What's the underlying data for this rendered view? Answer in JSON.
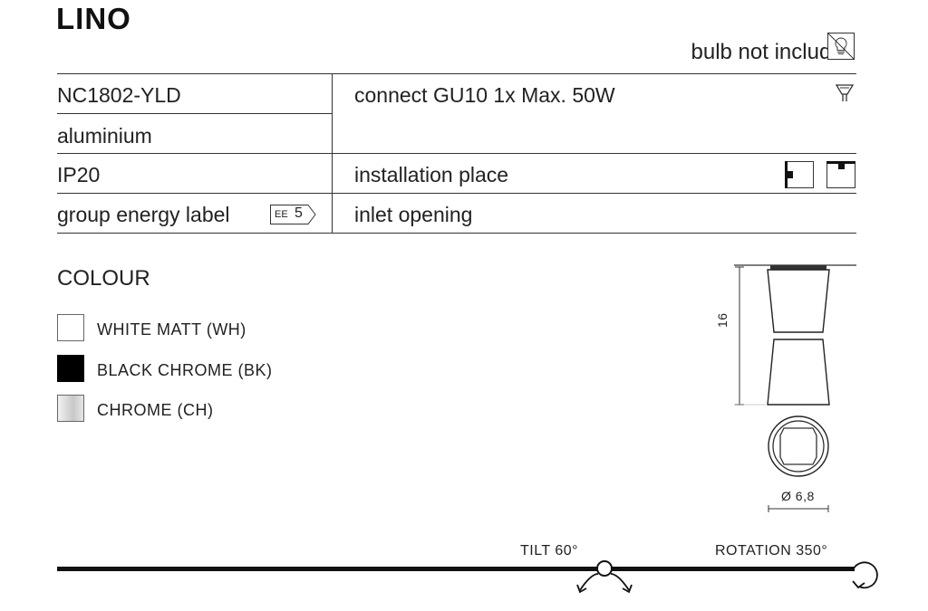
{
  "title": "LINO",
  "bulb_note": "bulb not included",
  "spec": {
    "model": "NC1802-YLD",
    "material": "aluminium",
    "ip": "IP20",
    "energy_label": "group energy label",
    "energy_badge_prefix": "EE",
    "energy_badge_value": "5",
    "connection": "connect GU10 1x Max. 50W",
    "installation": "installation place",
    "inlet": "inlet opening"
  },
  "colour": {
    "title": "COLOUR",
    "options": [
      {
        "label": "WHITE MATT (WH)",
        "color": "#ffffff"
      },
      {
        "label": "BLACK CHROME (BK)",
        "color": "#000000"
      },
      {
        "label": "CHROME (CH)",
        "color": "#d9d9d9"
      }
    ]
  },
  "dimensions": {
    "height": "16",
    "diameter": "Ø 6,8"
  },
  "features": {
    "tilt": "TILT 60°",
    "rotation": "ROTATION 350°"
  }
}
